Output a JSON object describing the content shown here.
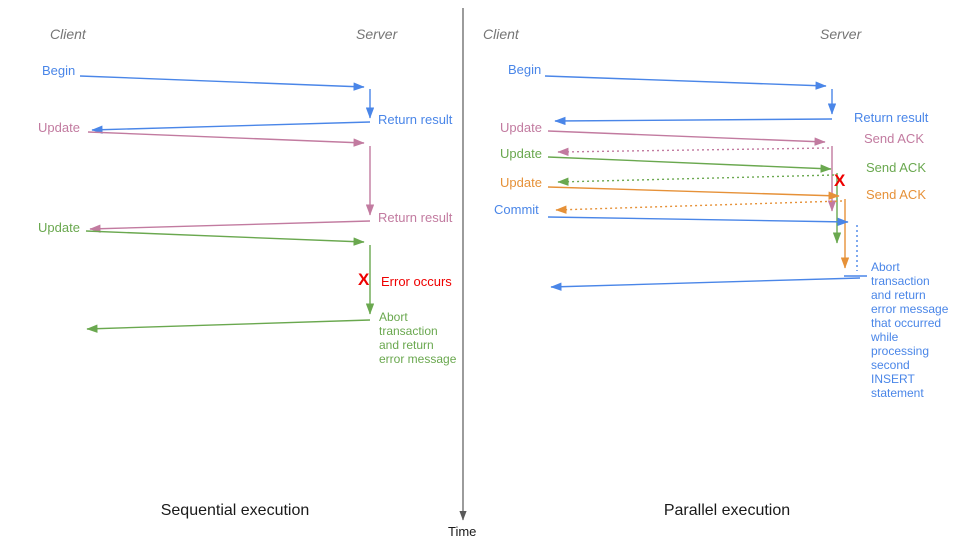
{
  "colors": {
    "blue": "#4a86e8",
    "pink": "#c27ba0",
    "green": "#6aa84f",
    "orange": "#e69138",
    "red": "#ee0000",
    "header_gray": "#757575",
    "axis_gray": "#595959",
    "text_black": "#1a1a1a"
  },
  "left": {
    "title": "Sequential execution",
    "client_header": "Client",
    "server_header": "Server",
    "begin": "Begin",
    "return_result_1": "Return result",
    "update_1": "Update",
    "return_result_2": "Return result",
    "update_2": "Update",
    "error_x": "X",
    "error_label": "Error occurs",
    "abort_text": "Abort\ntransaction\nand return\nerror message"
  },
  "right": {
    "title": "Parallel execution",
    "client_header": "Client",
    "server_header": "Server",
    "begin": "Begin",
    "return_result": "Return result",
    "update_1": "Update",
    "send_ack_1": "Send ACK",
    "update_2": "Update",
    "send_ack_2": "Send ACK",
    "update_3": "Update",
    "send_ack_3": "Send ACK",
    "commit": "Commit",
    "error_x": "X",
    "abort_text": "Abort\ntransaction\nand return\nerror message\nthat occurred\nwhile\nprocessing\nsecond\nINSERT\nstatement"
  },
  "time_axis": {
    "label": "Time"
  }
}
